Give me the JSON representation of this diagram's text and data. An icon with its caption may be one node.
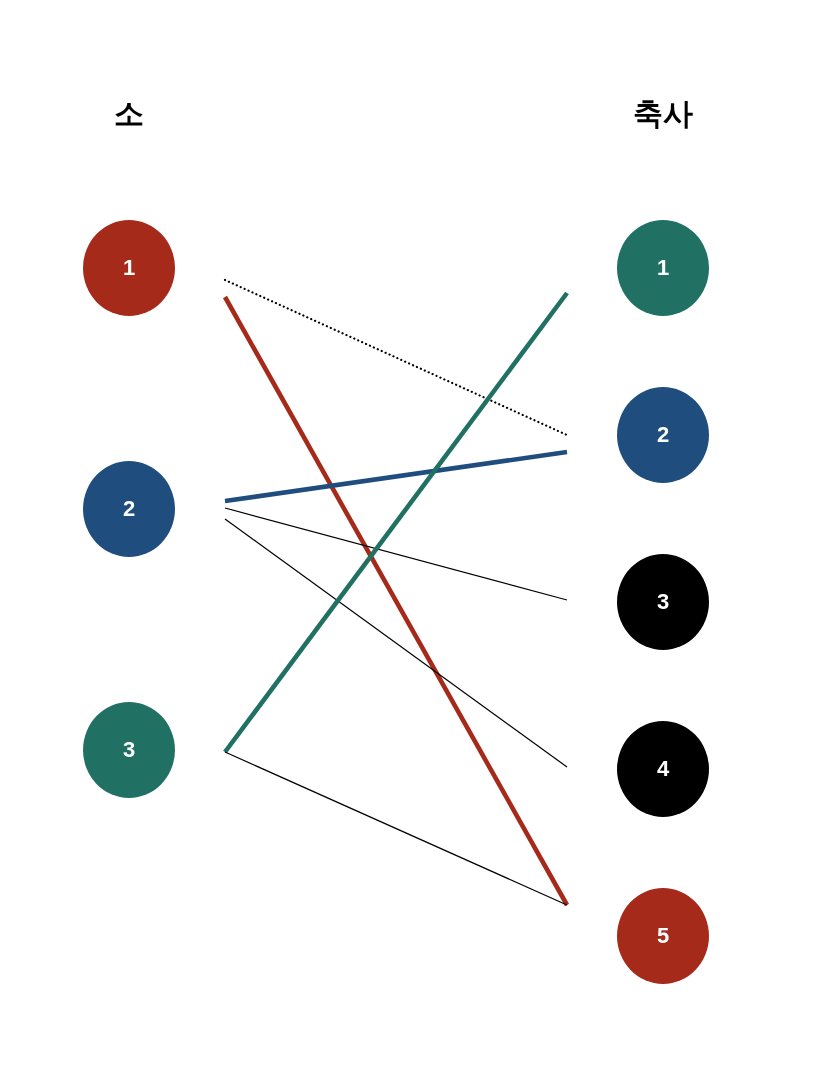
{
  "diagram": {
    "nodes": [
      {
        "text": [
          "1"
        ]
      },
      {
        "text": [
          "2"
        ]
      },
      {
        "text": [
          "3"
        ]
      },
      {
        "text": [
          "1"
        ]
      },
      {
        "text": [
          "2"
        ]
      },
      {
        "text": [
          "3"
        ]
      },
      {
        "text": [
          "4"
        ]
      },
      {
        "text": [
          "5"
        ]
      }
    ],
    "edges": [
      {
        "from": 0,
        "to": 4,
        "arrow": "none",
        "style": "dashed"
      },
      {
        "from": 0,
        "to": 7,
        "arrow": "none",
        "style": "thick",
        "color": "#a52a1a"
      },
      {
        "from": 1,
        "to": 4,
        "arrow": "none",
        "style": "thick",
        "color": "#1f4e7e"
      },
      {
        "from": 1,
        "to": 5,
        "arrow": "none"
      },
      {
        "from": 1,
        "to": 6,
        "arrow": "none"
      },
      {
        "from": 2,
        "to": 3,
        "arrow": "none",
        "style": "thick",
        "color": "#207063"
      },
      {
        "from": 2,
        "to": 7,
        "arrow": "none"
      }
    ],
    "labels": [
      "소",
      "축사"
    ]
  }
}
